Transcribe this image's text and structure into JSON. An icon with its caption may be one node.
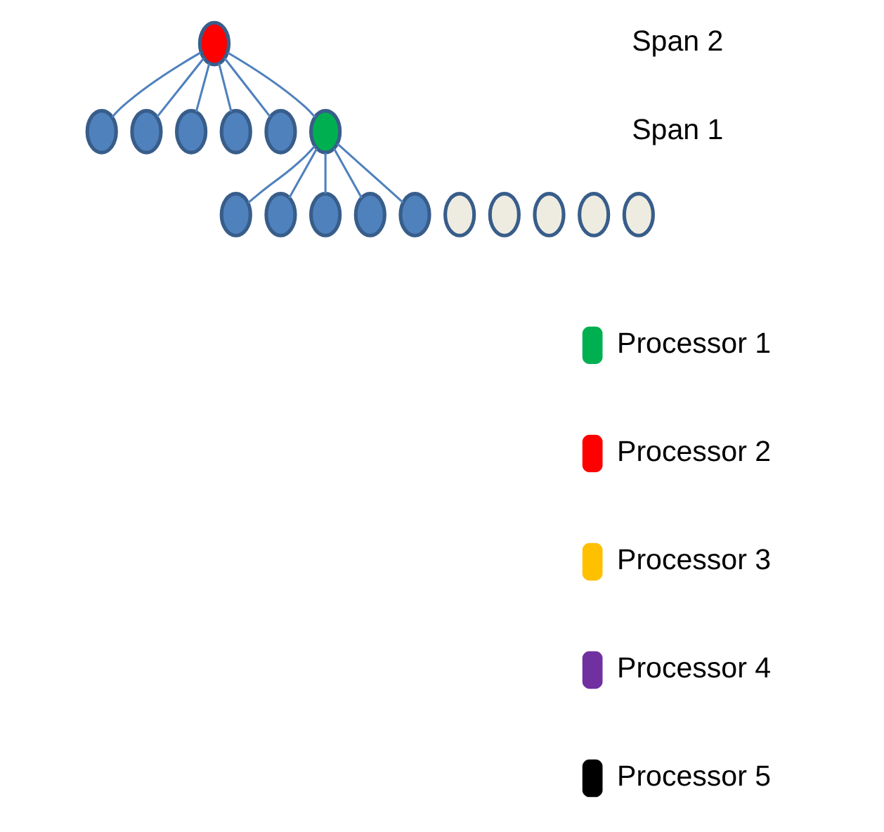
{
  "diagram": {
    "nodes": [
      {
        "text": [],
        "shape": "ellipse"
      },
      {
        "text": [],
        "shape": "ellipse"
      },
      {
        "text": [],
        "shape": "ellipse"
      },
      {
        "text": [],
        "shape": "ellipse"
      },
      {
        "text": [],
        "shape": "ellipse"
      },
      {
        "text": [],
        "shape": "ellipse"
      },
      {
        "text": [],
        "shape": "ellipse"
      },
      {
        "text": [],
        "shape": "ellipse"
      },
      {
        "text": [],
        "shape": "ellipse"
      },
      {
        "text": [],
        "shape": "ellipse"
      },
      {
        "text": [],
        "shape": "ellipse"
      },
      {
        "text": [],
        "shape": "ellipse"
      },
      {
        "text": [],
        "shape": "ellipse"
      },
      {
        "text": [],
        "shape": "ellipse"
      },
      {
        "text": [],
        "shape": "ellipse"
      },
      {
        "text": [],
        "shape": "ellipse"
      },
      {
        "text": [],
        "shape": "ellipse"
      }
    ],
    "edges": [
      {
        "from": 0,
        "to": 1,
        "arrow": "none"
      },
      {
        "from": 0,
        "to": 2,
        "arrow": "none"
      },
      {
        "from": 0,
        "to": 3,
        "arrow": "none"
      },
      {
        "from": 0,
        "to": 4,
        "arrow": "none"
      },
      {
        "from": 0,
        "to": 5,
        "arrow": "none"
      },
      {
        "from": 0,
        "to": 6,
        "arrow": "none"
      },
      {
        "from": 6,
        "to": 12,
        "arrow": "none"
      },
      {
        "from": 6,
        "to": 13,
        "arrow": "none"
      },
      {
        "from": 6,
        "to": 14,
        "arrow": "none"
      },
      {
        "from": 6,
        "to": 15,
        "arrow": "none"
      },
      {
        "from": 6,
        "to": 16,
        "arrow": "none"
      }
    ],
    "labels": [
      "Span 2",
      "Span 1"
    ],
    "legend": [
      {
        "text": "Processor 1",
        "color": "#00b050"
      },
      {
        "text": "Processor 2",
        "color": "#ff0000"
      },
      {
        "text": "Processor 3",
        "color": "#ffc000"
      },
      {
        "text": "Processor 4",
        "color": "#7030a0"
      },
      {
        "text": "Processor 5",
        "color": "#000000"
      }
    ]
  }
}
